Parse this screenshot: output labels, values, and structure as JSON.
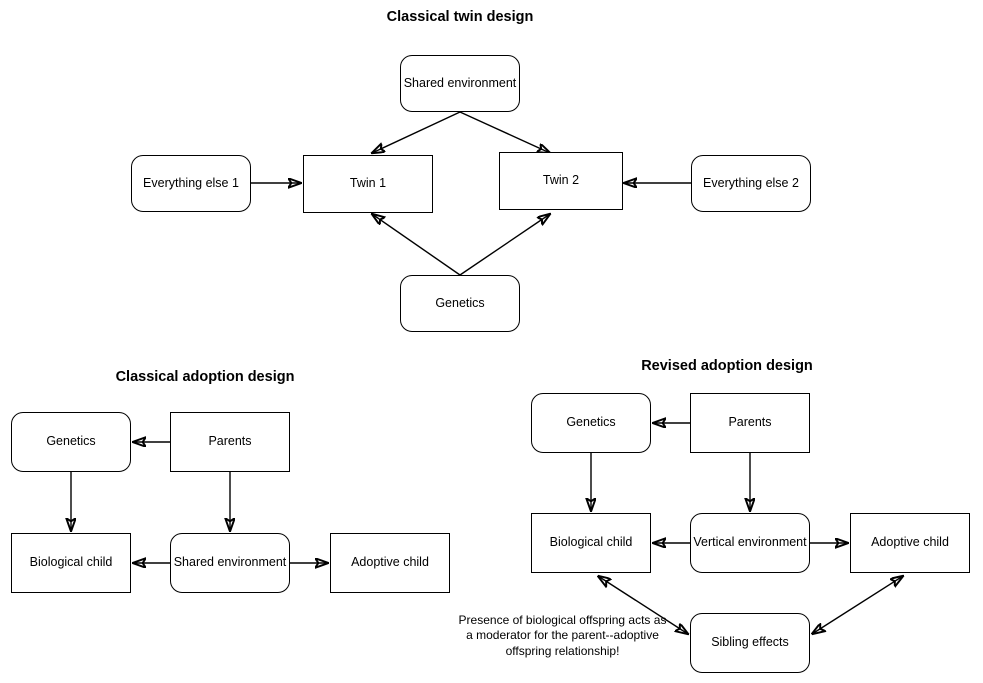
{
  "diagram": {
    "background_color": "#ffffff",
    "line_color": "#000000",
    "text_color": "#000000",
    "panels": [
      {
        "id": "classical-twin-design",
        "title": "Classical twin design",
        "nodes": [
          {
            "id": "shared-environment",
            "label": "Shared environment",
            "shape": "rounded"
          },
          {
            "id": "everything-else-1",
            "label": "Everything else 1",
            "shape": "rounded"
          },
          {
            "id": "twin-1",
            "label": "Twin 1",
            "shape": "rectangle"
          },
          {
            "id": "twin-2",
            "label": "Twin 2",
            "shape": "rectangle"
          },
          {
            "id": "everything-else-2",
            "label": "Everything else 2",
            "shape": "rounded"
          },
          {
            "id": "genetics",
            "label": "Genetics",
            "shape": "rounded"
          }
        ],
        "edges": [
          {
            "from": "shared-environment",
            "to": "twin-1",
            "type": "arrow"
          },
          {
            "from": "shared-environment",
            "to": "twin-2",
            "type": "arrow"
          },
          {
            "from": "everything-else-1",
            "to": "twin-1",
            "type": "arrow"
          },
          {
            "from": "everything-else-2",
            "to": "twin-2",
            "type": "arrow"
          },
          {
            "from": "genetics",
            "to": "twin-1",
            "type": "arrow"
          },
          {
            "from": "genetics",
            "to": "twin-2",
            "type": "arrow"
          }
        ]
      },
      {
        "id": "classical-adoption-design",
        "title": "Classical adoption design",
        "nodes": [
          {
            "id": "genetics",
            "label": "Genetics",
            "shape": "rounded"
          },
          {
            "id": "parents",
            "label": "Parents",
            "shape": "rectangle"
          },
          {
            "id": "biological-child",
            "label": "Biological child",
            "shape": "rectangle"
          },
          {
            "id": "shared-environment",
            "label": "Shared environment",
            "shape": "rounded"
          },
          {
            "id": "adoptive-child",
            "label": "Adoptive child",
            "shape": "rectangle"
          }
        ],
        "edges": [
          {
            "from": "parents",
            "to": "genetics",
            "type": "arrow"
          },
          {
            "from": "genetics",
            "to": "biological-child",
            "type": "arrow"
          },
          {
            "from": "parents",
            "to": "shared-environment",
            "type": "arrow"
          },
          {
            "from": "shared-environment",
            "to": "biological-child",
            "type": "arrow"
          },
          {
            "from": "shared-environment",
            "to": "adoptive-child",
            "type": "arrow"
          }
        ]
      },
      {
        "id": "revised-adoption-design",
        "title": "Revised adoption design",
        "nodes": [
          {
            "id": "genetics",
            "label": "Genetics",
            "shape": "rounded"
          },
          {
            "id": "parents",
            "label": "Parents",
            "shape": "rectangle"
          },
          {
            "id": "biological-child",
            "label": "Biological child",
            "shape": "rectangle"
          },
          {
            "id": "vertical-environment",
            "label": "Vertical environment",
            "shape": "rounded"
          },
          {
            "id": "adoptive-child",
            "label": "Adoptive child",
            "shape": "rectangle"
          },
          {
            "id": "sibling-effects",
            "label": "Sibling effects",
            "shape": "rounded"
          }
        ],
        "edges": [
          {
            "from": "parents",
            "to": "genetics",
            "type": "arrow"
          },
          {
            "from": "genetics",
            "to": "biological-child",
            "type": "arrow"
          },
          {
            "from": "parents",
            "to": "vertical-environment",
            "type": "arrow"
          },
          {
            "from": "vertical-environment",
            "to": "biological-child",
            "type": "arrow"
          },
          {
            "from": "vertical-environment",
            "to": "adoptive-child",
            "type": "arrow"
          },
          {
            "from": "biological-child",
            "to": "sibling-effects",
            "type": "double-arrow"
          },
          {
            "from": "sibling-effects",
            "to": "adoptive-child",
            "type": "double-arrow"
          }
        ],
        "caption": "Presence of biological offspring acts as a moderator for the parent--adoptive offspring relationship!"
      }
    ]
  }
}
